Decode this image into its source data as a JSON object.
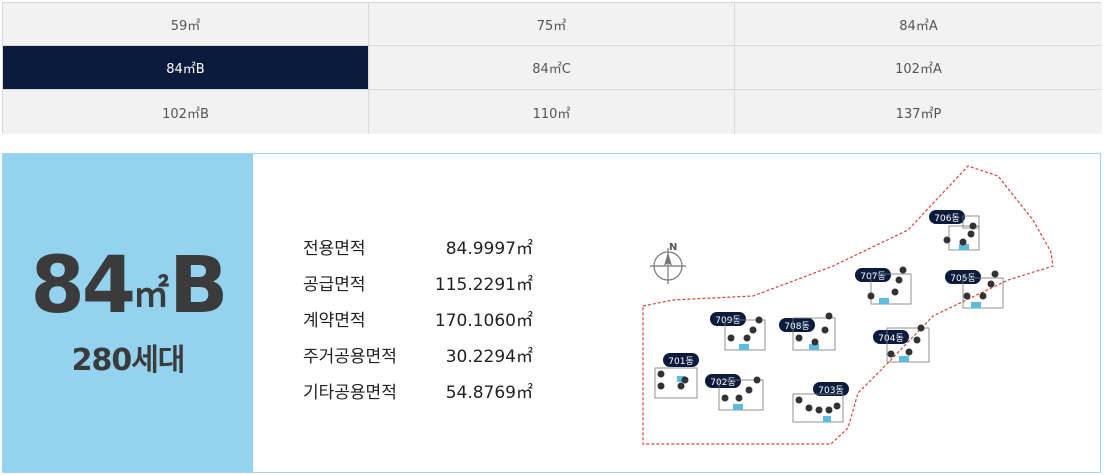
{
  "tabs": [
    {
      "label": "59㎡"
    },
    {
      "label": "75㎡"
    },
    {
      "label": "84㎡A"
    },
    {
      "label": "84㎡B",
      "active": true
    },
    {
      "label": "84㎡C"
    },
    {
      "label": "102㎡A"
    },
    {
      "label": "102㎡B"
    },
    {
      "label": "110㎡"
    },
    {
      "label": "137㎡P"
    }
  ],
  "unit_type": {
    "size": "84",
    "unit": "㎡",
    "suffix": "B",
    "households": "280세대"
  },
  "areas": [
    {
      "label": "전용면적",
      "value": "84.9997㎡"
    },
    {
      "label": "공급면적",
      "value": "115.2291㎡"
    },
    {
      "label": "계약면적",
      "value": "170.1060㎡"
    },
    {
      "label": "주거공용면적",
      "value": "30.2294㎡"
    },
    {
      "label": "기타공용면적",
      "value": "54.8769㎡"
    }
  ],
  "site_map": {
    "north_label": "N",
    "buildings": [
      "701동",
      "702동",
      "703동",
      "704동",
      "705동",
      "706동",
      "707동",
      "708동",
      "709동"
    ],
    "colors": {
      "boundary": "#d9433b",
      "badge": "#0b1b3d",
      "highlight": "#5bbbe0"
    }
  },
  "colors": {
    "active_tab": "#0b1b3d",
    "panel_left": "#93d3ef",
    "panel_border": "#9fd6ee"
  }
}
